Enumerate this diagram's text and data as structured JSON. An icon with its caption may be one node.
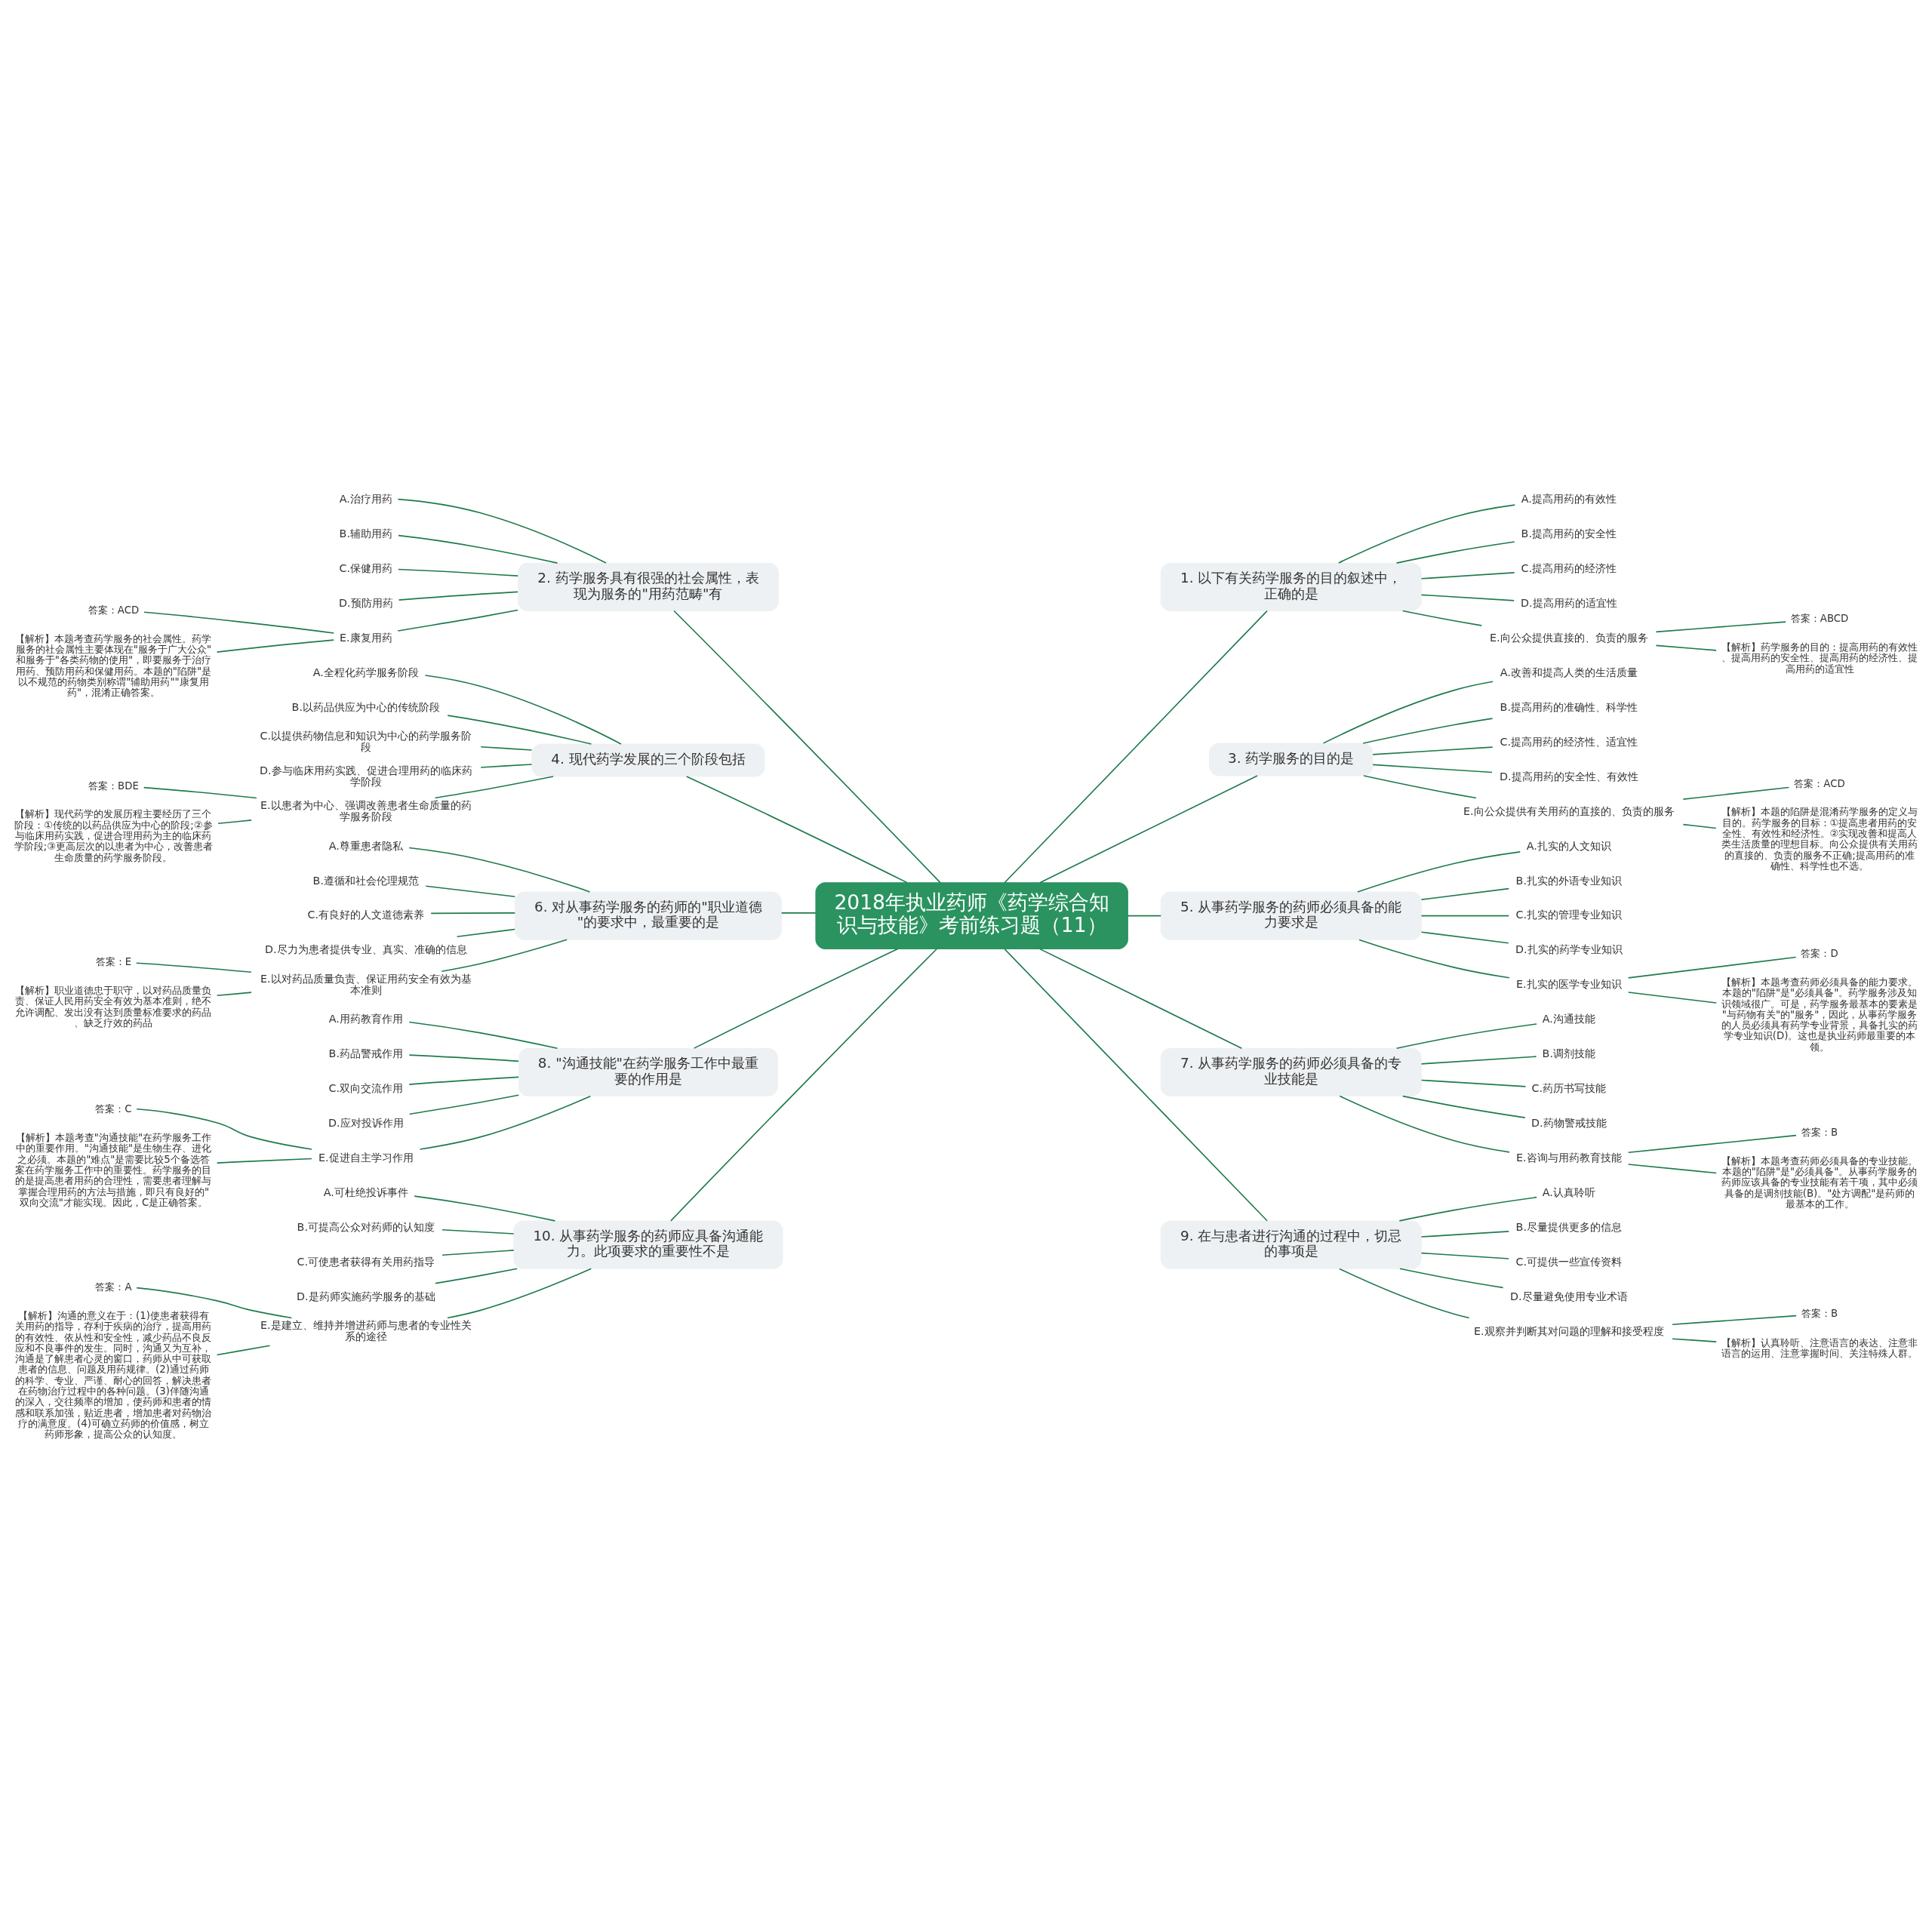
{
  "diagram": {
    "nodes": [
      {
        "text": [
          "2018年执业药师《药学综合知识与技能》考前练习题（11）"
        ]
      },
      {
        "text": [
          "1. 以下有关药学服务的目的叙述中，正确的是"
        ]
      },
      {
        "text": [
          "A.提高用药的有效性"
        ]
      },
      {
        "text": [
          "B.提高用药的安全性"
        ]
      },
      {
        "text": [
          "C.提高用药的经济性"
        ]
      },
      {
        "text": [
          "D.提高用药的适宜性"
        ]
      },
      {
        "text": [
          "E.向公众提供直接的、负责的服务"
        ]
      },
      {
        "text": [
          "答案：ABCD"
        ]
      },
      {
        "text": [
          "【解析】药学服务的目的：提高用药的有效性、提高用药的安全性、提高用药的经济性、提高用药的适宜性"
        ]
      },
      {
        "text": [
          "2. 药学服务具有很强的社会属性，表现为服务的\"用药范畴\"有"
        ]
      },
      {
        "text": [
          "A.治疗用药"
        ]
      },
      {
        "text": [
          "B.辅助用药"
        ]
      },
      {
        "text": [
          "C.保健用药"
        ]
      },
      {
        "text": [
          "D.预防用药"
        ]
      },
      {
        "text": [
          "E.康复用药"
        ]
      },
      {
        "text": [
          "答案：ACD"
        ]
      },
      {
        "text": [
          "【解析】本题考查药学服务的社会属性。药学服务的社会属性主要体现在\"服务于广大公众\"和服务于\"各类药物的使用\"，即要服务于治疗用药、预防用药和保健用药。本题的\"陷阱\"是以不规范的药物类别称谓\"辅助用药\"\"康复用药\"，混淆正确答案。"
        ]
      },
      {
        "text": [
          "3. 药学服务的目的是"
        ]
      },
      {
        "text": [
          "A.改善和提高人类的生活质量"
        ]
      },
      {
        "text": [
          "B.提高用药的准确性、科学性"
        ]
      },
      {
        "text": [
          "C.提高用药的经济性、适宜性"
        ]
      },
      {
        "text": [
          "D.提高用药的安全性、有效性"
        ]
      },
      {
        "text": [
          "E.向公众提供有关用药的直接的、负责的服务"
        ]
      },
      {
        "text": [
          "答案：ACD"
        ]
      },
      {
        "text": [
          "【解析】本题的陷阱是混淆药学服务的定义与目的。药学服务的目标：①提高患者用药的安全性、有效性和经济性。②实现改善和提高人类生活质量的理想目标。向公众提供有关用药的直接的、负责的服务不正确;提高用药的准确性、科学性也不选。"
        ]
      },
      {
        "text": [
          "4. 现代药学发展的三个阶段包括"
        ]
      },
      {
        "text": [
          "A.全程化药学服务阶段"
        ]
      },
      {
        "text": [
          "B.以药品供应为中心的传统阶段"
        ]
      },
      {
        "text": [
          "C.以提供药物信息和知识为中心的药学服务阶段"
        ]
      },
      {
        "text": [
          "D.参与临床用药实践、促进合理用药的临床药学阶段"
        ]
      },
      {
        "text": [
          "E.以患者为中心、强调改善患者生命质量的药学服务阶段"
        ]
      },
      {
        "text": [
          "答案：BDE"
        ]
      },
      {
        "text": [
          "【解析】现代药学的发展历程主要经历了三个阶段：①传统的以药品供应为中心的阶段;②参与临床用药实践，促进合理用药为主的临床药学阶段;③更高层次的以患者为中心，改善患者生命质量的药学服务阶段。"
        ]
      },
      {
        "text": [
          "5. 从事药学服务的药师必须具备的能力要求是"
        ]
      },
      {
        "text": [
          "A.扎实的人文知识"
        ]
      },
      {
        "text": [
          "B.扎实的外语专业知识"
        ]
      },
      {
        "text": [
          "C.扎实的管理专业知识"
        ]
      },
      {
        "text": [
          "D.扎实的药学专业知识"
        ]
      },
      {
        "text": [
          "E.扎实的医学专业知识"
        ]
      },
      {
        "text": [
          "答案：D"
        ]
      },
      {
        "text": [
          "【解析】本题考查药师必须具备的能力要求。本题的\"陷阱\"是\"必须具备\"。药学服务涉及知识领域很广。可是，药学服务最基本的要素是\"与药物有关\"的\"服务\"，因此，从事药学服务的人员必须具有药学专业背景，具备扎实的药学专业知识(D)。这也是执业药师最重要的本领。"
        ]
      },
      {
        "text": [
          "6. 对从事药学服务的药师的\"职业道德\"的要求中，最重要的是"
        ]
      },
      {
        "text": [
          "A.尊重患者隐私"
        ]
      },
      {
        "text": [
          "B.遵循和社会伦理规范"
        ]
      },
      {
        "text": [
          "C.有良好的人文道德素养"
        ]
      },
      {
        "text": [
          "D.尽力为患者提供专业、真实、准确的信息"
        ]
      },
      {
        "text": [
          "E.以对药品质量负责、保证用药安全有效为基本准则"
        ]
      },
      {
        "text": [
          "答案：E"
        ]
      },
      {
        "text": [
          "【解析】职业道德忠于职守，以对药品质量负责、保证人民用药安全有效为基本准则，绝不允许调配、发出没有达到质量标准要求的药品、缺乏疗效的药品"
        ]
      },
      {
        "text": [
          "7. 从事药学服务的药师必须具备的专业技能是"
        ]
      },
      {
        "text": [
          "A.沟通技能"
        ]
      },
      {
        "text": [
          "B.调剂技能"
        ]
      },
      {
        "text": [
          "C.药历书写技能"
        ]
      },
      {
        "text": [
          "D.药物警戒技能"
        ]
      },
      {
        "text": [
          "E.咨询与用药教育技能"
        ]
      },
      {
        "text": [
          "答案：B"
        ]
      },
      {
        "text": [
          "【解析】本题考查药师必须具备的专业技能。本题的\"陷阱\"是\"必须具备\"。从事药学服务的药师应该具备的专业技能有若干项，其中必须具备的是调剂技能(B)。\"处方调配\"是药师的最基本的工作。"
        ]
      },
      {
        "text": [
          "8. \"沟通技能\"在药学服务工作中最重要的作用是"
        ]
      },
      {
        "text": [
          "A.用药教育作用"
        ]
      },
      {
        "text": [
          "B.药品警戒作用"
        ]
      },
      {
        "text": [
          "C.双向交流作用"
        ]
      },
      {
        "text": [
          "D.应对投诉作用"
        ]
      },
      {
        "text": [
          "E.促进自主学习作用"
        ]
      },
      {
        "text": [
          "答案：C"
        ]
      },
      {
        "text": [
          "【解析】本题考查\"沟通技能\"在药学服务工作中的重要作用。\"沟通技能\"是生物生存、进化之必须。本题的\"难点\"是需要比较5个备选答案在药学服务工作中的重要性。药学服务的目的是提高患者用药的合理性，需要患者理解与掌握合理用药的方法与措施，即只有良好的\"双向交流\"才能实现。因此，C是正确答案。"
        ]
      },
      {
        "text": [
          "9. 在与患者进行沟通的过程中，切忌的事项是"
        ]
      },
      {
        "text": [
          "A.认真聆听"
        ]
      },
      {
        "text": [
          "B.尽量提供更多的信息"
        ]
      },
      {
        "text": [
          "C.可提供一些宣传资料"
        ]
      },
      {
        "text": [
          "D.尽量避免使用专业术语"
        ]
      },
      {
        "text": [
          "E.观察并判断其对问题的理解和接受程度"
        ]
      },
      {
        "text": [
          "答案：B"
        ]
      },
      {
        "text": [
          "【解析】认真聆听、注意语言的表达、注意非语言的运用、注意掌握时间、关注特殊人群。"
        ]
      },
      {
        "text": [
          "10. 从事药学服务的药师应具备沟通能力。此项要求的重要性不是"
        ]
      },
      {
        "text": [
          "A.可杜绝投诉事件"
        ]
      },
      {
        "text": [
          "B.可提高公众对药师的认知度"
        ]
      },
      {
        "text": [
          "C.可使患者获得有关用药指导"
        ]
      },
      {
        "text": [
          "D.是药师实施药学服务的基础"
        ]
      },
      {
        "text": [
          "E.是建立、维持并增进药师与患者的专业性关系的途径"
        ]
      },
      {
        "text": [
          "答案：A"
        ]
      },
      {
        "text": [
          "【解析】沟通的意义在于：(1)使患者获得有关用药的指导，存利于疾病的治疗，提高用药的有效性、依从性和安全性，减少药品不良反应和不良事件的发生。同时，沟通又为互补，沟通是了解患者心灵的窗口，药师从中可获取患者的信息、问题及用药规律。(2)通过药师的科学、专业、严谨、耐心的回答，解决患者在药物治疗过程中的各种问题。(3)伴随沟通的深入，交往频率的增加，使药师和患者的情感和联系加强，贴近患者，增加患者对药物治疗的满意度。(4)可确立药师的价值感，树立药师形象，提高公众的认知度。"
        ]
      }
    ],
    "edges": [
      {
        "from": 0,
        "to": 1,
        "arrow": "none"
      },
      {
        "from": 1,
        "to": 2,
        "arrow": "none"
      },
      {
        "from": 1,
        "to": 3,
        "arrow": "none"
      },
      {
        "from": 1,
        "to": 4,
        "arrow": "none"
      },
      {
        "from": 1,
        "to": 5,
        "arrow": "none"
      },
      {
        "from": 1,
        "to": 6,
        "arrow": "none"
      },
      {
        "from": 6,
        "to": 7,
        "arrow": "none"
      },
      {
        "from": 6,
        "to": 8,
        "arrow": "none"
      },
      {
        "from": 0,
        "to": 9,
        "arrow": "none"
      },
      {
        "from": 9,
        "to": 10,
        "arrow": "none"
      },
      {
        "from": 9,
        "to": 11,
        "arrow": "none"
      },
      {
        "from": 9,
        "to": 12,
        "arrow": "none"
      },
      {
        "from": 9,
        "to": 13,
        "arrow": "none"
      },
      {
        "from": 9,
        "to": 14,
        "arrow": "none"
      },
      {
        "from": 14,
        "to": 15,
        "arrow": "none"
      },
      {
        "from": 14,
        "to": 16,
        "arrow": "none"
      },
      {
        "from": 0,
        "to": 17,
        "arrow": "none"
      },
      {
        "from": 17,
        "to": 18,
        "arrow": "none"
      },
      {
        "from": 17,
        "to": 19,
        "arrow": "none"
      },
      {
        "from": 17,
        "to": 20,
        "arrow": "none"
      },
      {
        "from": 17,
        "to": 21,
        "arrow": "none"
      },
      {
        "from": 17,
        "to": 22,
        "arrow": "none"
      },
      {
        "from": 22,
        "to": 23,
        "arrow": "none"
      },
      {
        "from": 22,
        "to": 24,
        "arrow": "none"
      },
      {
        "from": 0,
        "to": 25,
        "arrow": "none"
      },
      {
        "from": 25,
        "to": 26,
        "arrow": "none"
      },
      {
        "from": 25,
        "to": 27,
        "arrow": "none"
      },
      {
        "from": 25,
        "to": 28,
        "arrow": "none"
      },
      {
        "from": 25,
        "to": 29,
        "arrow": "none"
      },
      {
        "from": 25,
        "to": 30,
        "arrow": "none"
      },
      {
        "from": 30,
        "to": 31,
        "arrow": "none"
      },
      {
        "from": 30,
        "to": 32,
        "arrow": "none"
      },
      {
        "from": 0,
        "to": 33,
        "arrow": "none"
      },
      {
        "from": 33,
        "to": 34,
        "arrow": "none"
      },
      {
        "from": 33,
        "to": 35,
        "arrow": "none"
      },
      {
        "from": 33,
        "to": 36,
        "arrow": "none"
      },
      {
        "from": 33,
        "to": 37,
        "arrow": "none"
      },
      {
        "from": 33,
        "to": 38,
        "arrow": "none"
      },
      {
        "from": 38,
        "to": 39,
        "arrow": "none"
      },
      {
        "from": 38,
        "to": 40,
        "arrow": "none"
      },
      {
        "from": 0,
        "to": 41,
        "arrow": "none"
      },
      {
        "from": 41,
        "to": 42,
        "arrow": "none"
      },
      {
        "from": 41,
        "to": 43,
        "arrow": "none"
      },
      {
        "from": 41,
        "to": 44,
        "arrow": "none"
      },
      {
        "from": 41,
        "to": 45,
        "arrow": "none"
      },
      {
        "from": 41,
        "to": 46,
        "arrow": "none"
      },
      {
        "from": 46,
        "to": 47,
        "arrow": "none"
      },
      {
        "from": 46,
        "to": 48,
        "arrow": "none"
      },
      {
        "from": 0,
        "to": 49,
        "arrow": "none"
      },
      {
        "from": 49,
        "to": 50,
        "arrow": "none"
      },
      {
        "from": 49,
        "to": 51,
        "arrow": "none"
      },
      {
        "from": 49,
        "to": 52,
        "arrow": "none"
      },
      {
        "from": 49,
        "to": 53,
        "arrow": "none"
      },
      {
        "from": 49,
        "to": 54,
        "arrow": "none"
      },
      {
        "from": 54,
        "to": 55,
        "arrow": "none"
      },
      {
        "from": 54,
        "to": 56,
        "arrow": "none"
      },
      {
        "from": 0,
        "to": 57,
        "arrow": "none"
      },
      {
        "from": 57,
        "to": 58,
        "arrow": "none"
      },
      {
        "from": 57,
        "to": 59,
        "arrow": "none"
      },
      {
        "from": 57,
        "to": 60,
        "arrow": "none"
      },
      {
        "from": 57,
        "to": 61,
        "arrow": "none"
      },
      {
        "from": 57,
        "to": 62,
        "arrow": "none"
      },
      {
        "from": 62,
        "to": 63,
        "arrow": "none"
      },
      {
        "from": 62,
        "to": 64,
        "arrow": "none"
      },
      {
        "from": 0,
        "to": 65,
        "arrow": "none"
      },
      {
        "from": 65,
        "to": 66,
        "arrow": "none"
      },
      {
        "from": 65,
        "to": 67,
        "arrow": "none"
      },
      {
        "from": 65,
        "to": 68,
        "arrow": "none"
      },
      {
        "from": 65,
        "to": 69,
        "arrow": "none"
      },
      {
        "from": 65,
        "to": 70,
        "arrow": "none"
      },
      {
        "from": 70,
        "to": 71,
        "arrow": "none"
      },
      {
        "from": 70,
        "to": 72,
        "arrow": "none"
      },
      {
        "from": 0,
        "to": 73,
        "arrow": "none"
      },
      {
        "from": 73,
        "to": 74,
        "arrow": "none"
      },
      {
        "from": 73,
        "to": 75,
        "arrow": "none"
      },
      {
        "from": 73,
        "to": 76,
        "arrow": "none"
      },
      {
        "from": 73,
        "to": 77,
        "arrow": "none"
      },
      {
        "from": 73,
        "to": 78,
        "arrow": "none"
      },
      {
        "from": 78,
        "to": 79,
        "arrow": "none"
      },
      {
        "from": 78,
        "to": 80,
        "arrow": "none"
      }
    ]
  }
}
